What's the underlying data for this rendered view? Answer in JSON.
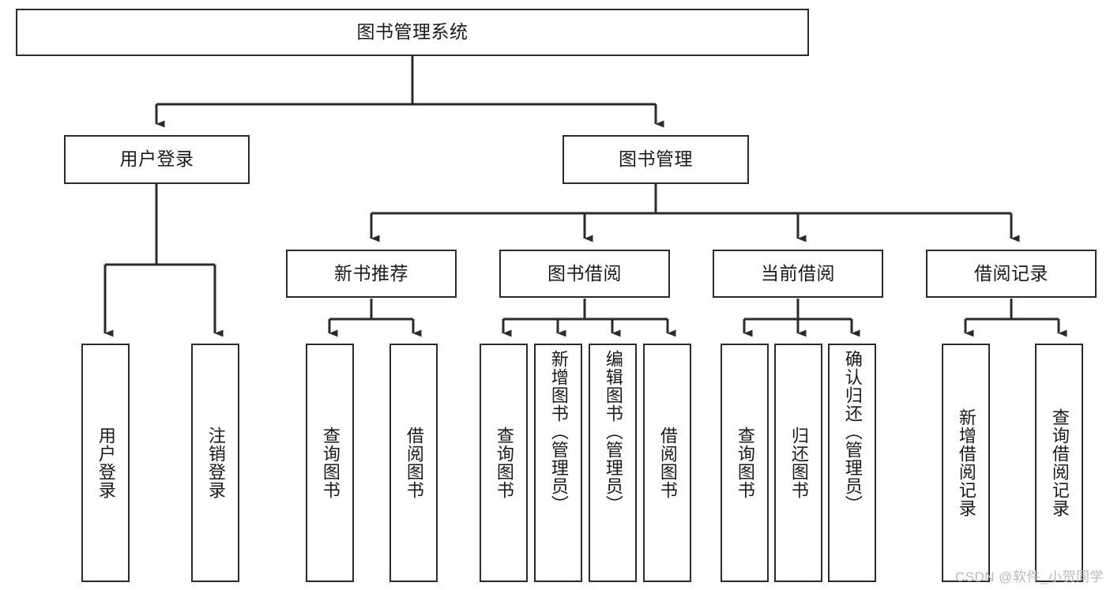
{
  "diagram": {
    "type": "tree-hierarchy-diagram",
    "title": "图书管理系统",
    "background_color": "#ffffff",
    "line_color": "#2b2b2b",
    "text_color": "#1a1a1a",
    "root": {
      "id": "root",
      "label": "图书管理系统"
    },
    "level2": [
      {
        "id": "user-login",
        "label": "用户登录"
      },
      {
        "id": "book-management",
        "label": "图书管理"
      }
    ],
    "level3": [
      {
        "id": "new-book-recommend",
        "label": "新书推荐",
        "parent": "book-management"
      },
      {
        "id": "book-borrow",
        "label": "图书借阅",
        "parent": "book-management"
      },
      {
        "id": "current-borrow",
        "label": "当前借阅",
        "parent": "book-management"
      },
      {
        "id": "borrow-record",
        "label": "借阅记录",
        "parent": "book-management"
      }
    ],
    "leaves": {
      "user_login": [
        {
          "id": "leaf-user-login",
          "label": "用户登录"
        },
        {
          "id": "leaf-logout-login",
          "label": "注销登录"
        }
      ],
      "new_book_recommend": [
        {
          "id": "leaf-query-book-1",
          "label": "查询图书"
        },
        {
          "id": "leaf-borrow-book-1",
          "label": "借阅图书"
        }
      ],
      "book_borrow": [
        {
          "id": "leaf-query-book-2",
          "label": "查询图书"
        },
        {
          "id": "leaf-add-book",
          "label": "新增图书（管理员）"
        },
        {
          "id": "leaf-edit-book",
          "label": "编辑图书（管理员）"
        },
        {
          "id": "leaf-borrow-book-2",
          "label": "借阅图书"
        }
      ],
      "current_borrow": [
        {
          "id": "leaf-query-book-3",
          "label": "查询图书"
        },
        {
          "id": "leaf-return-book",
          "label": "归还图书"
        },
        {
          "id": "leaf-confirm-return",
          "label": "确认归还（管理员）"
        }
      ],
      "borrow_record": [
        {
          "id": "leaf-add-record",
          "label": "新增借阅记录"
        },
        {
          "id": "leaf-query-record",
          "label": "查询借阅记录"
        }
      ]
    }
  },
  "watermark": {
    "text": "CSDN @软件_小贺同学"
  }
}
